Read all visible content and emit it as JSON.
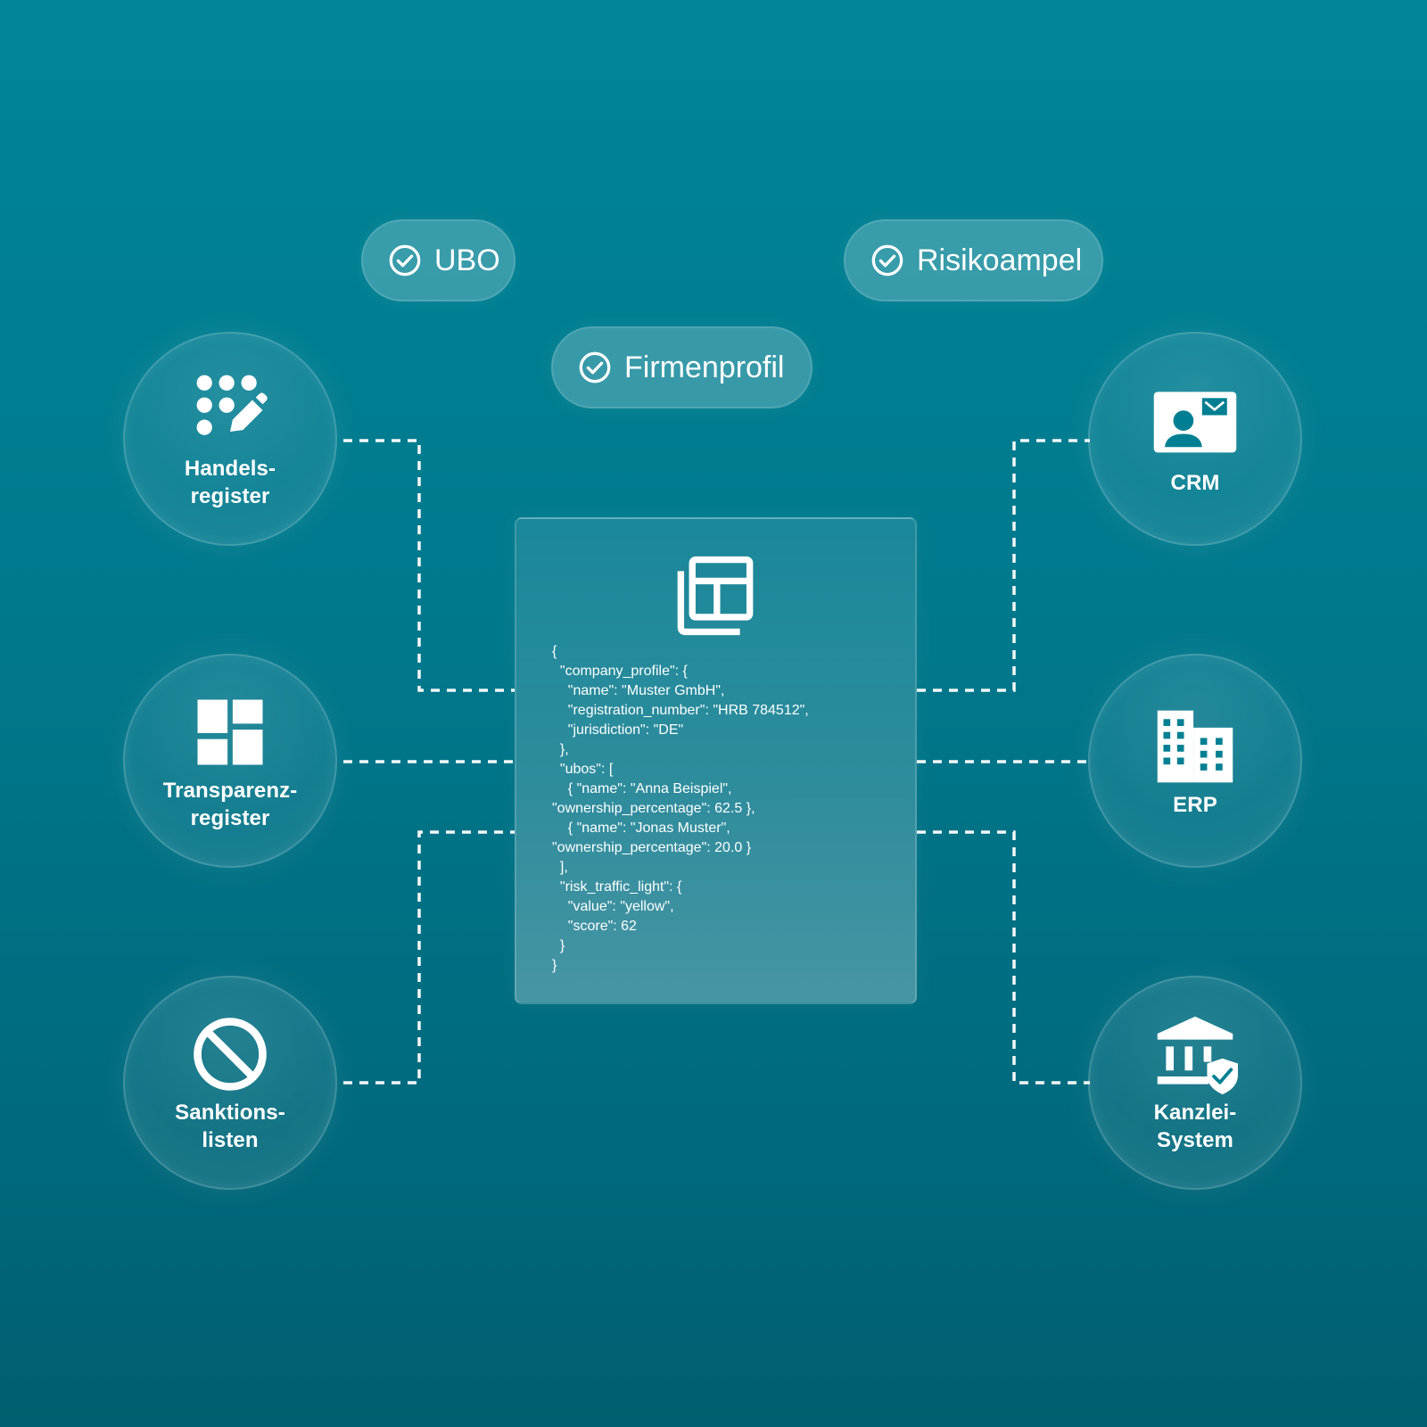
{
  "pills": {
    "ubo": {
      "label": "UBO",
      "icon": "check-circle-icon"
    },
    "risikoampel": {
      "label": "Risikoampel",
      "icon": "check-circle-icon"
    },
    "firmenprofil": {
      "label": "Firmenprofil",
      "icon": "check-circle-icon"
    }
  },
  "nodes": {
    "handelsregister": {
      "label": "Handels-\nregister",
      "icon": "dots-edit-icon"
    },
    "transparenzregister": {
      "label": "Transparenz-\nregister",
      "icon": "dashboard-blocks-icon"
    },
    "sanktionslisten": {
      "label": "Sanktions-\nlisten",
      "icon": "prohibition-icon"
    },
    "crm": {
      "label": "CRM",
      "icon": "contact-card-icon"
    },
    "erp": {
      "label": "ERP",
      "icon": "building-icon"
    },
    "kanzlei_system": {
      "label": "Kanzlei-\nSystem",
      "icon": "bank-shield-icon"
    }
  },
  "center": {
    "icon": "layout-stack-icon",
    "code": "{\n  \"company_profile\": {\n    \"name\": \"Muster GmbH\",\n    \"registration_number\": \"HRB 784512\",\n    \"jurisdiction\": \"DE\"\n  },\n  \"ubos\": [\n    { \"name\": \"Anna Beispiel\",\n\"ownership_percentage\": 62.5 },\n    { \"name\": \"Jonas Muster\",\n\"ownership_percentage\": 20.0 }\n  ],\n  \"risk_traffic_light\": {\n    \"value\": \"yellow\",\n    \"score\": 62\n  }\n}"
  },
  "colors": {
    "background_top": "#008597",
    "background_bottom": "#005f70",
    "foreground": "#ffffff"
  }
}
